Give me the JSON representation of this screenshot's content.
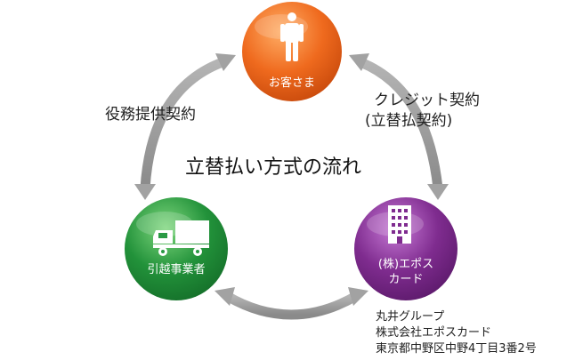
{
  "diagram": {
    "title": "立替払い方式の流れ",
    "nodes": {
      "customer": {
        "label": "お客さま",
        "color": "#e8601c",
        "icon": "person-icon"
      },
      "mover": {
        "label": "引越事業者",
        "color": "#1f8a3a",
        "icon": "truck-icon"
      },
      "card": {
        "label_line1": "(株)エポス",
        "label_line2": "カード",
        "color": "#7a2a8a",
        "icon": "building-icon"
      }
    },
    "edges": {
      "left": {
        "label": "役務提供契約"
      },
      "right": {
        "label_line1": "クレジット契約",
        "label_line2": "(立替払契約)"
      }
    },
    "company_info": {
      "line1": "丸井グループ",
      "line2": "株式会社エポスカード",
      "line3": "東京都中野区中野4丁目3番2号"
    },
    "arrow_color": "#9a9a9a"
  }
}
